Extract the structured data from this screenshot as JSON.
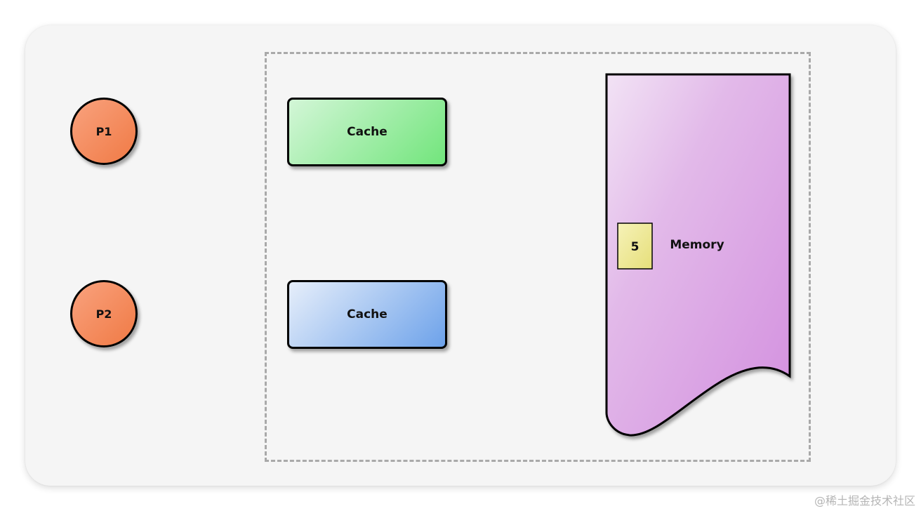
{
  "diagram": {
    "processors": [
      {
        "label": "P1",
        "color": "#f28a57"
      },
      {
        "label": "P2",
        "color": "#f28a57"
      }
    ],
    "caches": [
      {
        "label": "Cache",
        "color": "#7fe88a"
      },
      {
        "label": "Cache",
        "color": "#79a9ec"
      }
    ],
    "memory": {
      "label": "Memory",
      "color": "#d896e2",
      "cell_value": "5",
      "cell_color": "#ece68c"
    }
  },
  "watermark": "@稀土掘金技术社区"
}
